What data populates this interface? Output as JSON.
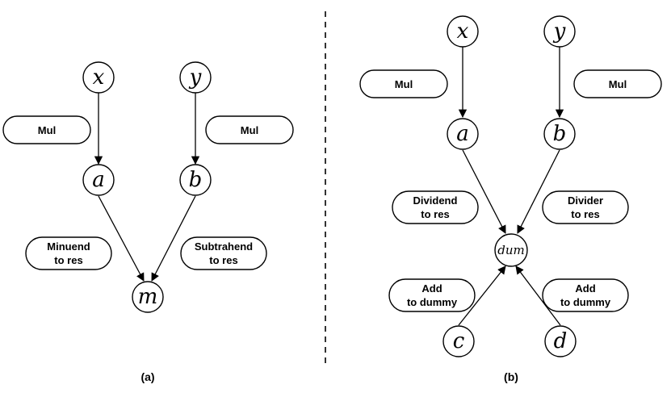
{
  "panels": {
    "a": {
      "caption": "(a)",
      "nodes": {
        "x": "x",
        "y": "y",
        "a": "a",
        "b": "b",
        "m": "m"
      },
      "pills": {
        "mul_left": [
          "Mul"
        ],
        "mul_right": [
          "Mul"
        ],
        "minuend": [
          "Minuend",
          "to res"
        ],
        "subtrahend": [
          "Subtrahend",
          "to res"
        ]
      }
    },
    "b": {
      "caption": "(b)",
      "nodes": {
        "x": "x",
        "y": "y",
        "a": "a",
        "b": "b",
        "dum": "dum",
        "c": "c",
        "d": "d"
      },
      "pills": {
        "mul_left": [
          "Mul"
        ],
        "mul_right": [
          "Mul"
        ],
        "dividend": [
          "Dividend",
          "to res"
        ],
        "divider": [
          "Divider",
          "to res"
        ],
        "add_left": [
          "Add",
          "to dummy"
        ],
        "add_right": [
          "Add",
          "to dummy"
        ]
      }
    }
  }
}
